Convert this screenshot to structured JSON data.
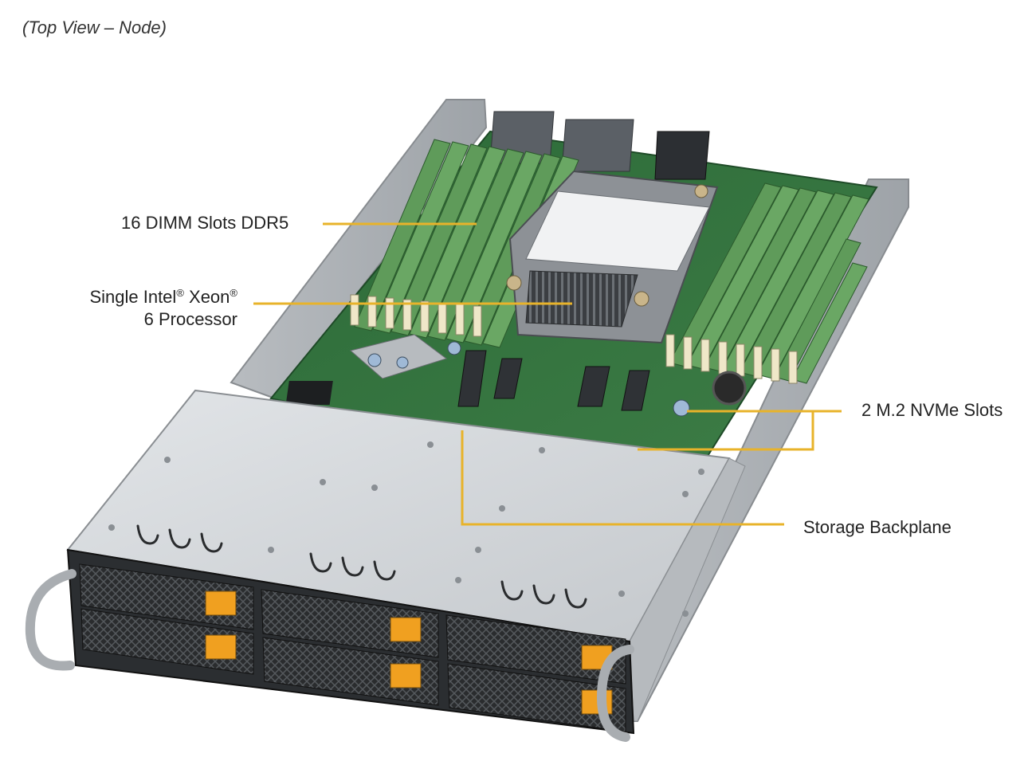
{
  "caption": "(Top View – Node)",
  "callouts": {
    "dimm": {
      "label": "16 DIMM Slots DDR5"
    },
    "processor": {
      "line1_prefix": "Single Intel",
      "line1_sup1": "®",
      "line1_mid": " Xeon",
      "line1_sup2": "®",
      "line2": "6 Processor"
    },
    "nvme": {
      "label": "2 M.2 NVMe Slots"
    },
    "backplane": {
      "label": "Storage Backplane"
    }
  },
  "colors": {
    "leader_line": "#e8b32a",
    "chassis": "#c9cdd1",
    "board": "#2f6b3a",
    "dimm": "#5f9b5a",
    "drive_tab": "#f0a020"
  },
  "icons": {
    "drive_bay": "drive-bay-icon",
    "handle": "rack-handle-icon"
  }
}
